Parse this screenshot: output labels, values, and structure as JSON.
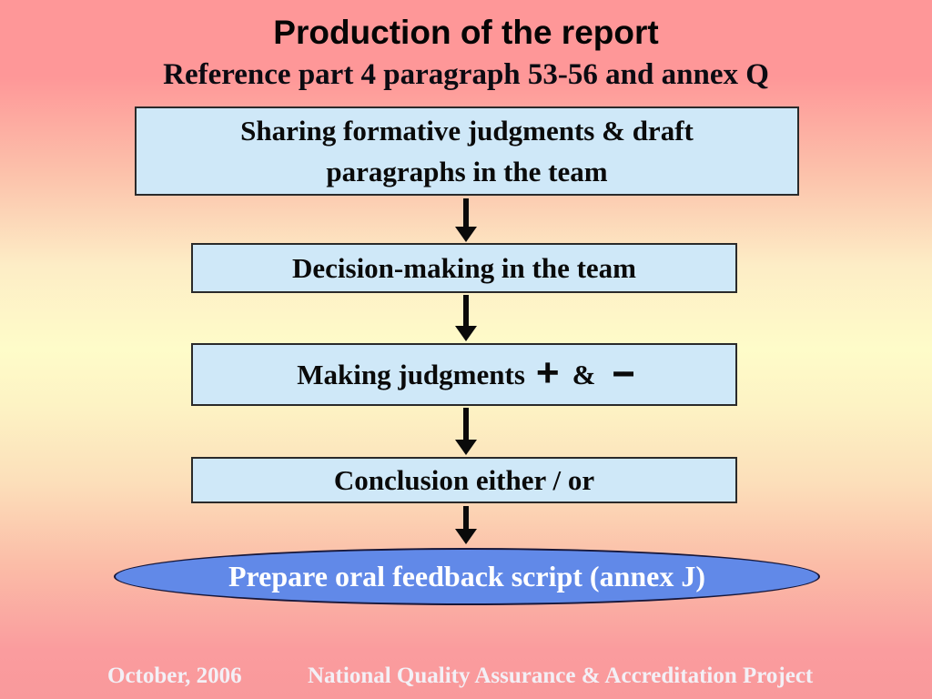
{
  "slide": {
    "title": "Production of the report",
    "subtitle": "Reference part 4 paragraph 53-56 and annex Q",
    "flow": {
      "boxes": [
        {
          "label": "Sharing formative judgments & draft\nparagraphs in the team"
        },
        {
          "label": "Decision-making in the team"
        },
        {
          "prefix": "Making judgments",
          "plus": "+",
          "amp": "&",
          "minus": "--"
        },
        {
          "label": "Conclusion either / or"
        }
      ],
      "ellipse_label": "Prepare oral feedback script (annex J)"
    },
    "footer": {
      "date": "October, 2006",
      "project": "National Quality Assurance & Accreditation Project"
    },
    "colors": {
      "background_top": "#fe9798",
      "background_middle": "#fefcc9",
      "background_bottom": "#f9999b",
      "box_fill": "#cfe8f8",
      "box_border": "#2a2a2a",
      "box_text": "#0a0a0a",
      "ellipse_fill": "#6189e8",
      "ellipse_border": "#17173a",
      "ellipse_text": "#ffffff",
      "title_text": "#050505",
      "footer_text": "#f3f0f6"
    }
  }
}
